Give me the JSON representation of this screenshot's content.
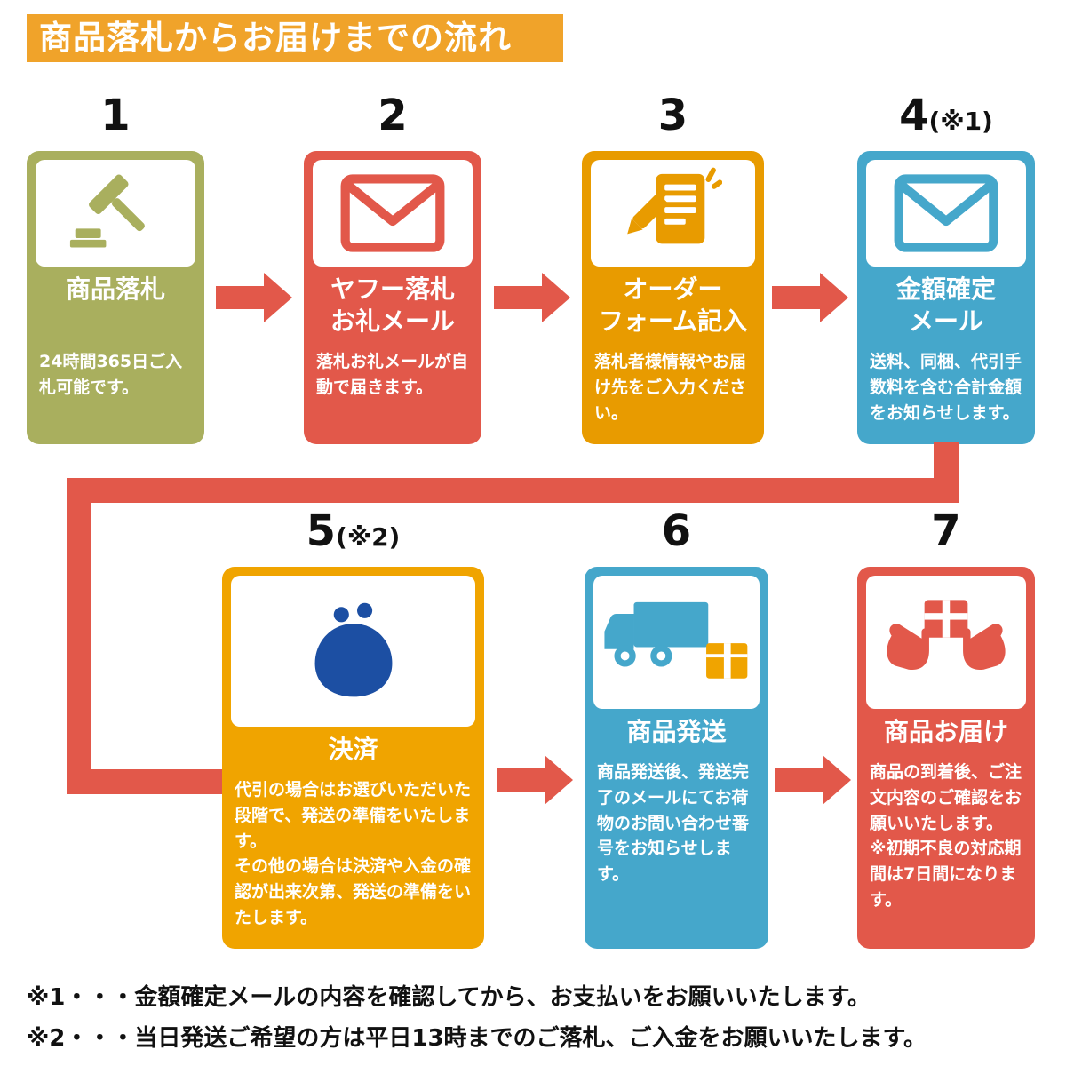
{
  "header": {
    "title": "商品落札からお届けまでの流れ"
  },
  "colors": {
    "banner": "#F0A32A",
    "olive": "#A9AF5E",
    "red": "#E2584A",
    "orange": "#E89B00",
    "orange2": "#F0A400",
    "blue": "#45A7CB",
    "purse": "#1C4FA3",
    "arrow": "#E2584A"
  },
  "steps": [
    {
      "number": "1",
      "number_suffix": "",
      "title": "商品落札",
      "description": "24時間365日ご入札可能です。",
      "icon": "gavel-icon",
      "color": "#A9AF5E"
    },
    {
      "number": "2",
      "number_suffix": "",
      "title": "ヤフー落札\nお礼メール",
      "description": "落札お礼メールが自動で届きます。",
      "icon": "mail-icon",
      "color": "#E2584A"
    },
    {
      "number": "3",
      "number_suffix": "",
      "title": "オーダー\nフォーム記入",
      "description": "落札者様情報やお届け先をご入力ください。",
      "icon": "order-form-icon",
      "color": "#E89B00"
    },
    {
      "number": "4",
      "number_suffix": "(※1)",
      "title": "金額確定\nメール",
      "description": "送料、同梱、代引手数料を含む合計金額をお知らせします。",
      "icon": "mail-icon",
      "color": "#45A7CB"
    },
    {
      "number": "5",
      "number_suffix": "(※2)",
      "title": "決済",
      "description": "代引の場合はお選びいただいた段階で、発送の準備をいたします。\nその他の場合は決済や入金の確認が出来次第、発送の準備をいたします。",
      "icon": "coin-purse-icon",
      "color": "#F0A400"
    },
    {
      "number": "6",
      "number_suffix": "",
      "title": "商品発送",
      "description": "商品発送後、発送完了のメールにてお荷物のお問い合わせ番号をお知らせします。",
      "icon": "truck-icon",
      "color": "#45A7CB"
    },
    {
      "number": "7",
      "number_suffix": "",
      "title": "商品お届け",
      "description": "商品の到着後、ご注文内容のご確認をお願いいたします。\n※初期不良の対応期間は7日間になります。",
      "icon": "delivery-hands-icon",
      "color": "#E2584A"
    }
  ],
  "footnotes": [
    "※1・・・金額確定メールの内容を確認してから、お支払いをお願いいたします。",
    "※2・・・当日発送ご希望の方は平日13時までのご落札、ご入金をお願いいたします。"
  ]
}
